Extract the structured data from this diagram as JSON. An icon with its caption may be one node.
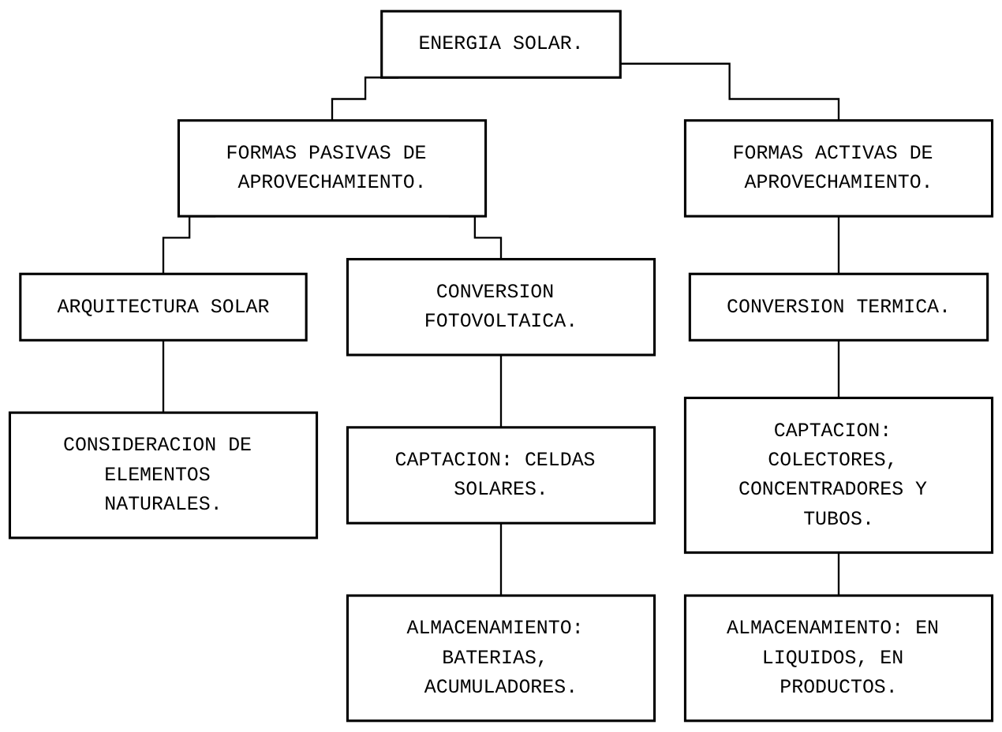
{
  "diagram": {
    "nodes": [
      {
        "text": [
          "ENERGIA SOLAR."
        ]
      },
      {
        "text": [
          "FORMAS PASIVAS DE APROVECHAMIENTO."
        ]
      },
      {
        "text": [
          "FORMAS ACTIVAS DE APROVECHAMIENTO."
        ]
      },
      {
        "text": [
          "ARQUITECTURA SOLAR"
        ]
      },
      {
        "text": [
          "CONVERSION FOTOVOLTAICA."
        ]
      },
      {
        "text": [
          "CONVERSION TERMICA."
        ]
      },
      {
        "text": [
          "CONSIDERACION DE ELEMENTOS NATURALES."
        ]
      },
      {
        "text": [
          "CAPTACION: CELDAS SOLARES."
        ]
      },
      {
        "text": [
          "ALMACENAMIENTO: BATERIAS, ACUMULADORES."
        ]
      },
      {
        "text": [
          "CAPTACION: COLECTORES, CONCENTRADORES Y TUBOS."
        ]
      },
      {
        "text": [
          "ALMACENAMIENTO: EN LIQUIDOS, EN PRODUCTOS."
        ]
      }
    ],
    "edges": [
      {
        "from": 0,
        "to": 1,
        "arrow": "none"
      },
      {
        "from": 0,
        "to": 2,
        "arrow": "none"
      },
      {
        "from": 1,
        "to": 3,
        "arrow": "none"
      },
      {
        "from": 1,
        "to": 4,
        "arrow": "none"
      },
      {
        "from": 3,
        "to": 6,
        "arrow": "none"
      },
      {
        "from": 4,
        "to": 7,
        "arrow": "none"
      },
      {
        "from": 7,
        "to": 8,
        "arrow": "none"
      },
      {
        "from": 2,
        "to": 5,
        "arrow": "none"
      },
      {
        "from": 5,
        "to": 9,
        "arrow": "none"
      },
      {
        "from": 9,
        "to": 10,
        "arrow": "none"
      }
    ]
  }
}
